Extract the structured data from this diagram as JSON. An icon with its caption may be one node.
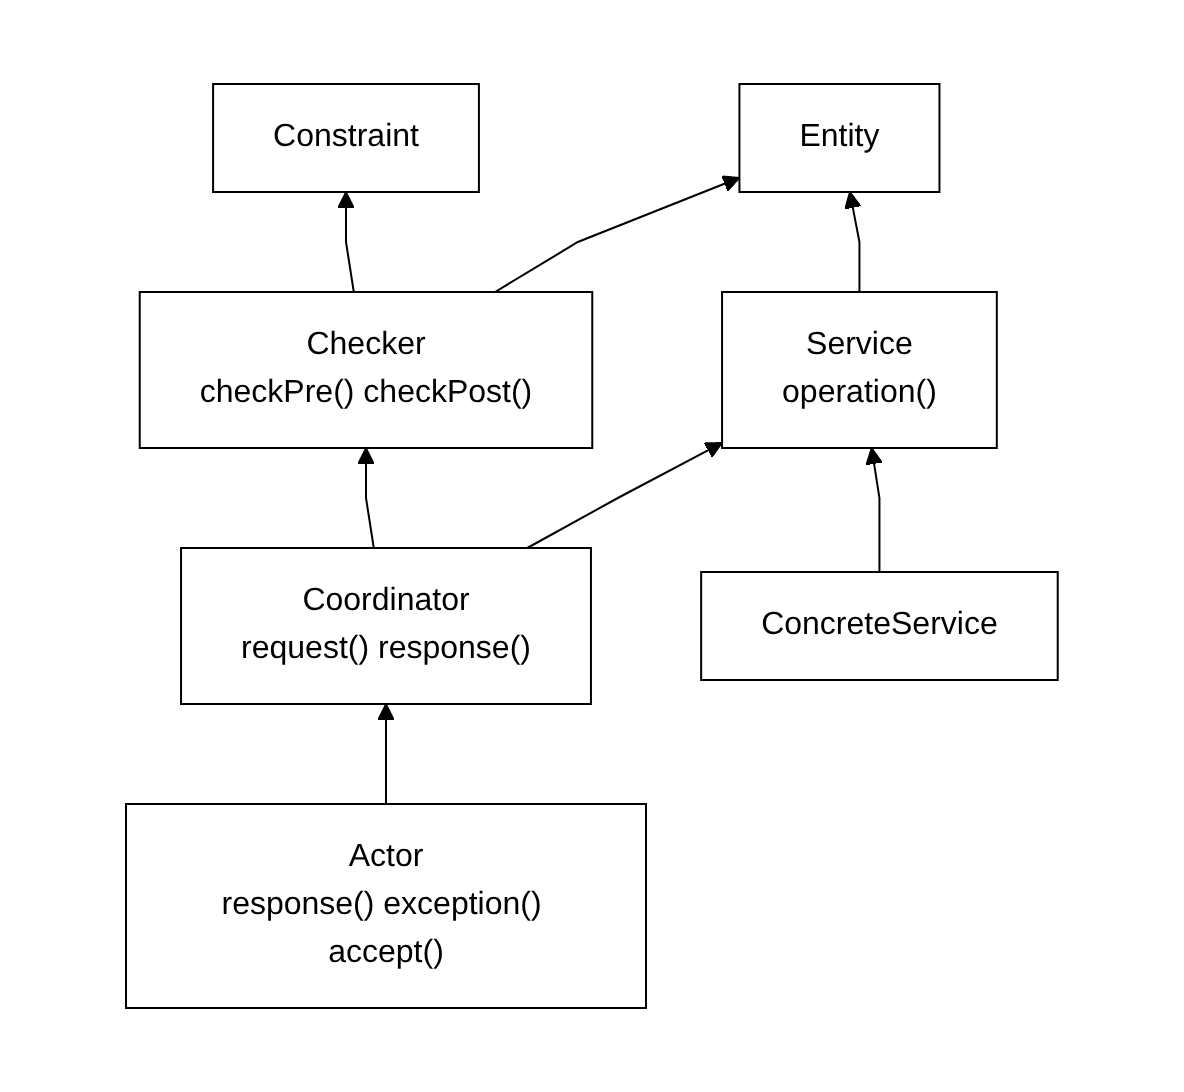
{
  "diagram": {
    "nodes": [
      {
        "text": [
          "Checker",
          "checkPre() checkPost()"
        ]
      },
      {
        "text": [
          "Constraint"
        ]
      },
      {
        "text": [
          "Entity"
        ]
      },
      {
        "text": [
          "Coordinator",
          "request() response()"
        ]
      },
      {
        "text": [
          "Service",
          "operation()"
        ]
      },
      {
        "text": [
          "Actor",
          "response() exception() accept()"
        ]
      },
      {
        "text": [
          "ConcreteService"
        ]
      }
    ],
    "edges": [
      {
        "from": 0,
        "to": 1,
        "arrow": "to"
      },
      {
        "from": 0,
        "to": 2,
        "arrow": "to"
      },
      {
        "from": 3,
        "to": 0,
        "arrow": "to"
      },
      {
        "from": 3,
        "to": 4,
        "arrow": "to"
      },
      {
        "from": 5,
        "to": 3,
        "arrow": "to"
      },
      {
        "from": 4,
        "to": 2,
        "arrow": "to"
      },
      {
        "from": 6,
        "to": 4,
        "arrow": "to"
      }
    ]
  }
}
